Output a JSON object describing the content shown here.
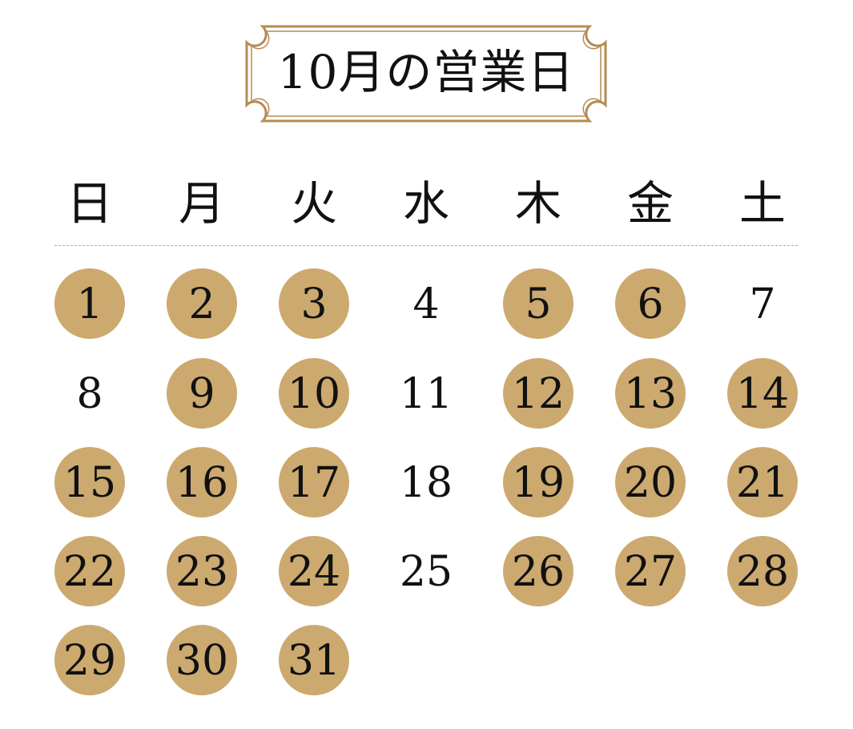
{
  "title": "10月の営業日",
  "colors": {
    "business_day_fill": "#cca96f",
    "frame": "#b58b53",
    "divider": "#c7a679",
    "text": "#111111"
  },
  "weekdays": [
    "日",
    "月",
    "火",
    "水",
    "木",
    "金",
    "土"
  ],
  "calendar": {
    "first_weekday_index": 0,
    "days": [
      {
        "day": "1",
        "business_day": true
      },
      {
        "day": "2",
        "business_day": true
      },
      {
        "day": "3",
        "business_day": true
      },
      {
        "day": "4",
        "business_day": false
      },
      {
        "day": "5",
        "business_day": true
      },
      {
        "day": "6",
        "business_day": true
      },
      {
        "day": "7",
        "business_day": false
      },
      {
        "day": "8",
        "business_day": false
      },
      {
        "day": "9",
        "business_day": true
      },
      {
        "day": "10",
        "business_day": true
      },
      {
        "day": "11",
        "business_day": false
      },
      {
        "day": "12",
        "business_day": true
      },
      {
        "day": "13",
        "business_day": true
      },
      {
        "day": "14",
        "business_day": true
      },
      {
        "day": "15",
        "business_day": true
      },
      {
        "day": "16",
        "business_day": true
      },
      {
        "day": "17",
        "business_day": true
      },
      {
        "day": "18",
        "business_day": false
      },
      {
        "day": "19",
        "business_day": true
      },
      {
        "day": "20",
        "business_day": true
      },
      {
        "day": "21",
        "business_day": true
      },
      {
        "day": "22",
        "business_day": true
      },
      {
        "day": "23",
        "business_day": true
      },
      {
        "day": "24",
        "business_day": true
      },
      {
        "day": "25",
        "business_day": false
      },
      {
        "day": "26",
        "business_day": true
      },
      {
        "day": "27",
        "business_day": true
      },
      {
        "day": "28",
        "business_day": true
      },
      {
        "day": "29",
        "business_day": true
      },
      {
        "day": "30",
        "business_day": true
      },
      {
        "day": "31",
        "business_day": true
      }
    ]
  }
}
